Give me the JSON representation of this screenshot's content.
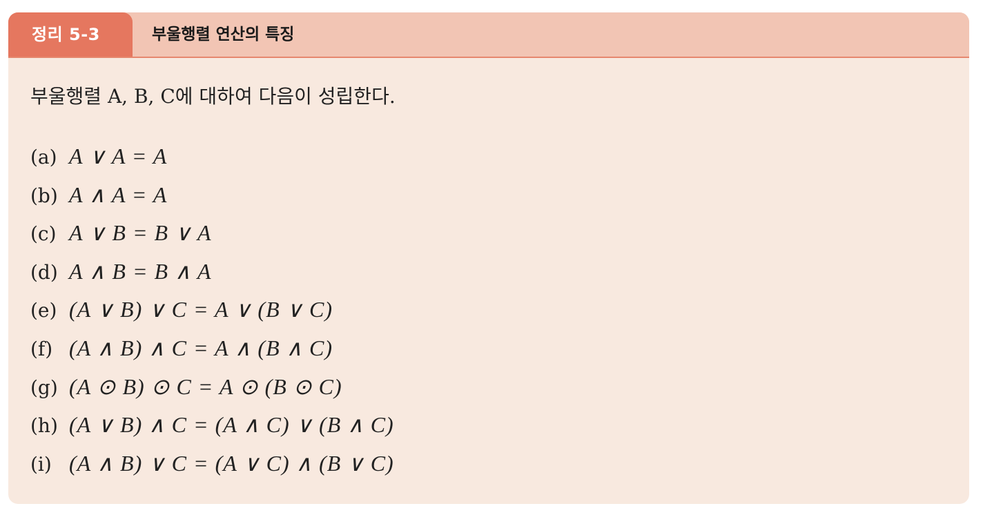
{
  "header": {
    "badge": "정리 5-3",
    "title": "부울행렬 연산의 특징"
  },
  "intro": "부울행렬 A, B, C에 대하여 다음이 성립한다.",
  "items": [
    {
      "label": "(a)",
      "formula": "A ∨ A = A"
    },
    {
      "label": "(b)",
      "formula": "A ∧ A = A"
    },
    {
      "label": "(c)",
      "formula": "A ∨ B = B ∨ A"
    },
    {
      "label": "(d)",
      "formula": "A ∧ B = B ∧ A"
    },
    {
      "label": "(e)",
      "formula": "(A ∨ B) ∨ C = A ∨ (B ∨ C)"
    },
    {
      "label": "(f)",
      "formula": "(A ∧ B) ∧ C = A ∧ (B ∧ C)"
    },
    {
      "label": "(g)",
      "formula": "(A ⊙ B) ⊙ C = A ⊙ (B ⊙ C)"
    },
    {
      "label": "(h)",
      "formula": "(A ∨ B) ∧ C = (A ∧ C) ∨ (B ∧ C)"
    },
    {
      "label": "(i)",
      "formula": "(A ∧ B) ∨ C = (A ∨ C) ∧ (B ∨ C)"
    }
  ],
  "colors": {
    "box_background": "#f8e9df",
    "header_background": "#f2c5b4",
    "badge_background": "#e5775f",
    "accent_line": "#e6876e"
  }
}
